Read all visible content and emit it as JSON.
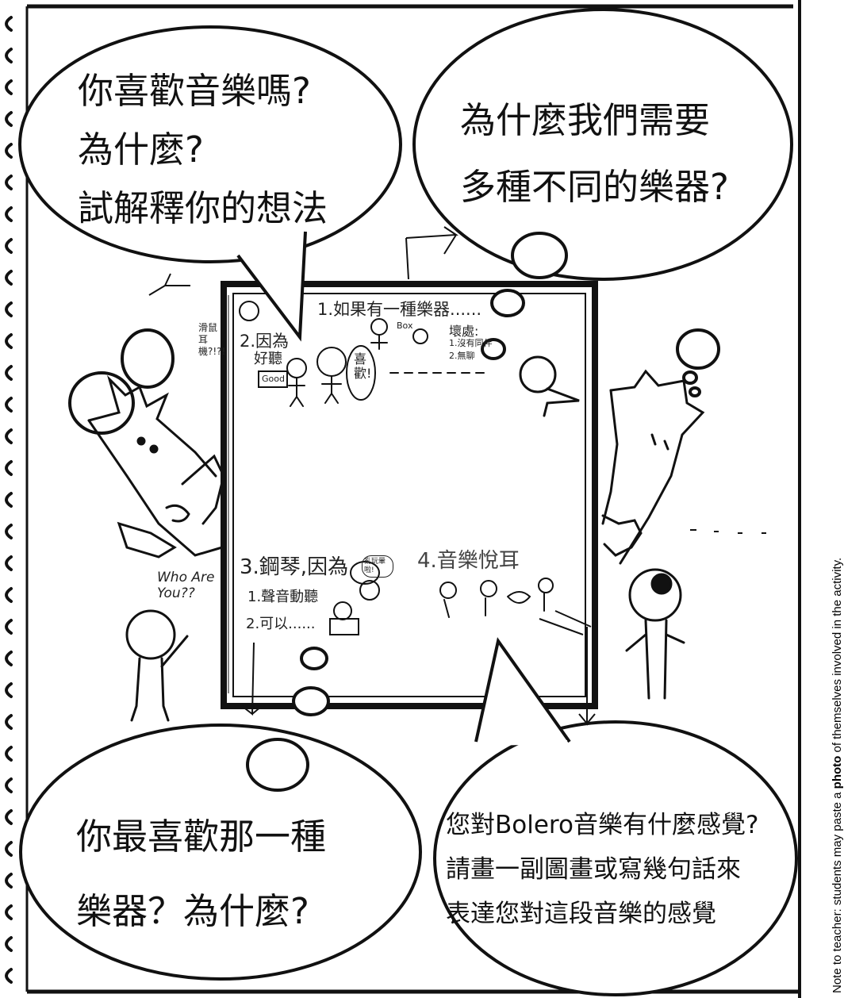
{
  "bubble_top_left": {
    "lines": [
      "你喜歡音樂嗎?",
      "為什麼?",
      "試解釋你的想法"
    ]
  },
  "bubble_top_right": {
    "lines": [
      "為什麼我們需要",
      "多種不同的樂器?"
    ]
  },
  "bubble_bottom_left": {
    "lines": [
      "你最喜歡那一種",
      "樂器？為什麼?"
    ]
  },
  "bubble_bottom_right": {
    "lines": [
      "您對Bolero音樂有什麼感覺?",
      "請畫一副圖畫或寫幾句話來",
      "表達您對這段音樂的感覺"
    ]
  },
  "board_notes": {
    "note1_title": "1.如果有一種樂器......",
    "note1_bad": "壞處:",
    "note1_bad_1": "1.沒有同伴",
    "note1_bad_2": "2.無聊",
    "note1_box": "Box",
    "note2": "2.因為",
    "note2_b": "好聽",
    "note2_good": "Good",
    "note2_like": "喜歡!",
    "note2_side": "滑鼠耳機?!?!",
    "note3_title": "3.鋼琴,因為",
    "note3_a": "1.聲音動聽",
    "note3_b": "2.可以......",
    "note3_badge": "亂玩暈啦!",
    "note4_title": "4.音樂悅耳"
  },
  "character_caption": "Who Are You??",
  "teacher_note": {
    "prefix": "Note to teacher: students may paste a ",
    "emphasis": "photo",
    "suffix": " of themselves involved in the activity."
  }
}
